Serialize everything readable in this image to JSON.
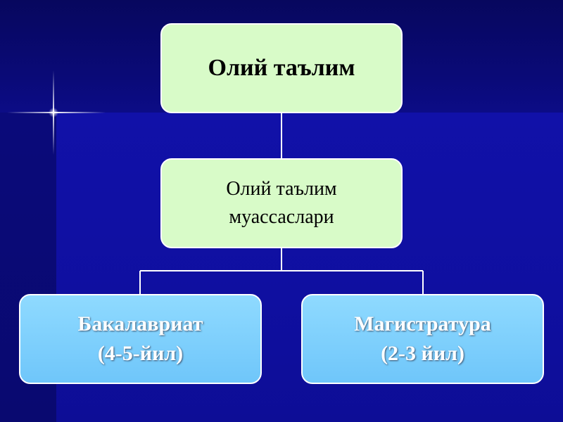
{
  "colors": {
    "background": "#0d0d8c",
    "panel": "#1111a8",
    "node_green": "#d8fbc8",
    "node_blue": "#7fd0fc",
    "connector": "#ffffff"
  },
  "diagram": {
    "root": {
      "label": "Олий таълим"
    },
    "middle": {
      "line1": "Олий таълим",
      "line2": "муассаслари"
    },
    "children": [
      {
        "line1": "Бакалавриат",
        "line2": "(4-5-йил)"
      },
      {
        "line1": "Магистратура",
        "line2": "(2-3 йил)"
      }
    ]
  }
}
